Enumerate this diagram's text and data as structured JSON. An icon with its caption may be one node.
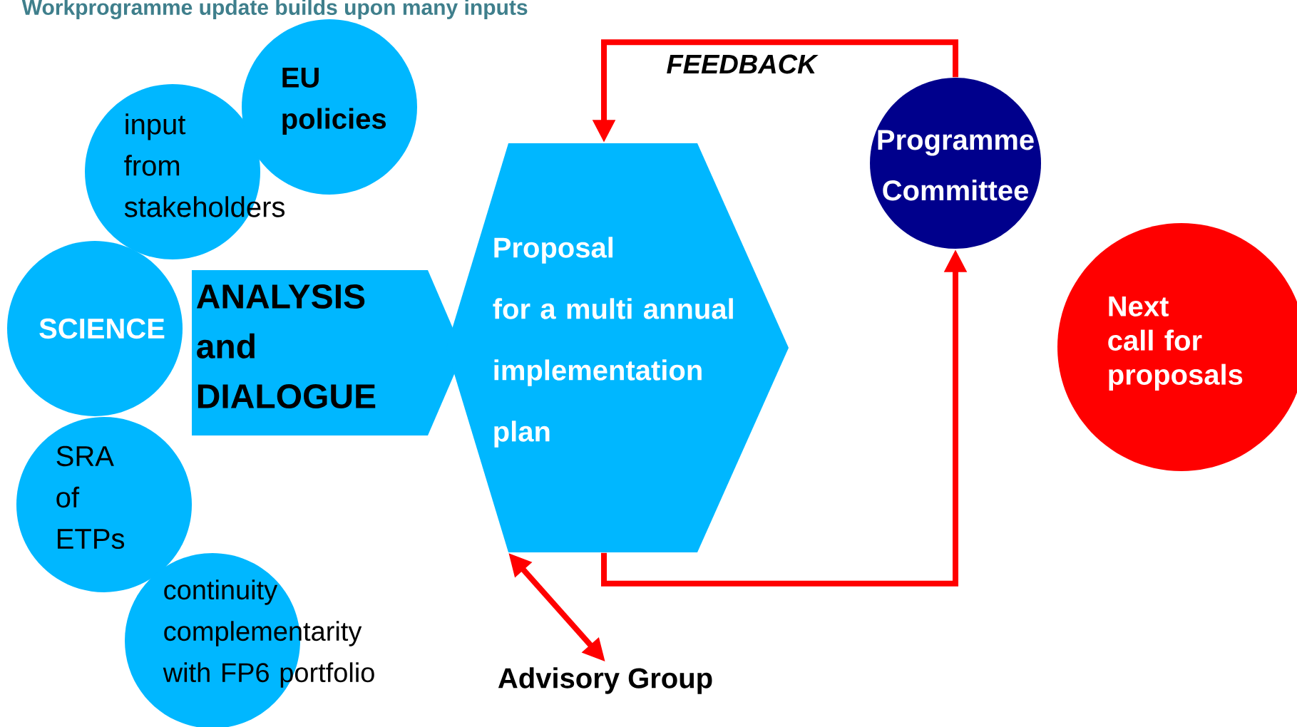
{
  "diagram": {
    "title": "Workprogramme update builds upon many inputs",
    "nodes": [
      {
        "text": [
          "EU policies"
        ]
      },
      {
        "text": [
          "input from stakeholders"
        ]
      },
      {
        "text": [
          "SCIENCE"
        ]
      },
      {
        "text": [
          "SRA of ETPs"
        ]
      },
      {
        "text": [
          "continuity complementarity with FP6 portfolio"
        ]
      },
      {
        "text": [
          "ANALYSIS and DIALOGUE"
        ]
      },
      {
        "text": [
          "Proposal",
          "for a multi annual implementation plan"
        ]
      },
      {
        "text": [
          "Programme Committee"
        ]
      },
      {
        "text": [
          "Next call for proposals"
        ]
      },
      {
        "text": [
          "Advisory Group"
        ]
      }
    ],
    "edges": [
      {
        "from": 7,
        "to": 6,
        "arrow": "to",
        "label": "FEEDBACK"
      },
      {
        "from": 6,
        "to": 7,
        "arrow": "to"
      },
      {
        "from": 6,
        "to": 9,
        "arrow": "both"
      }
    ]
  }
}
